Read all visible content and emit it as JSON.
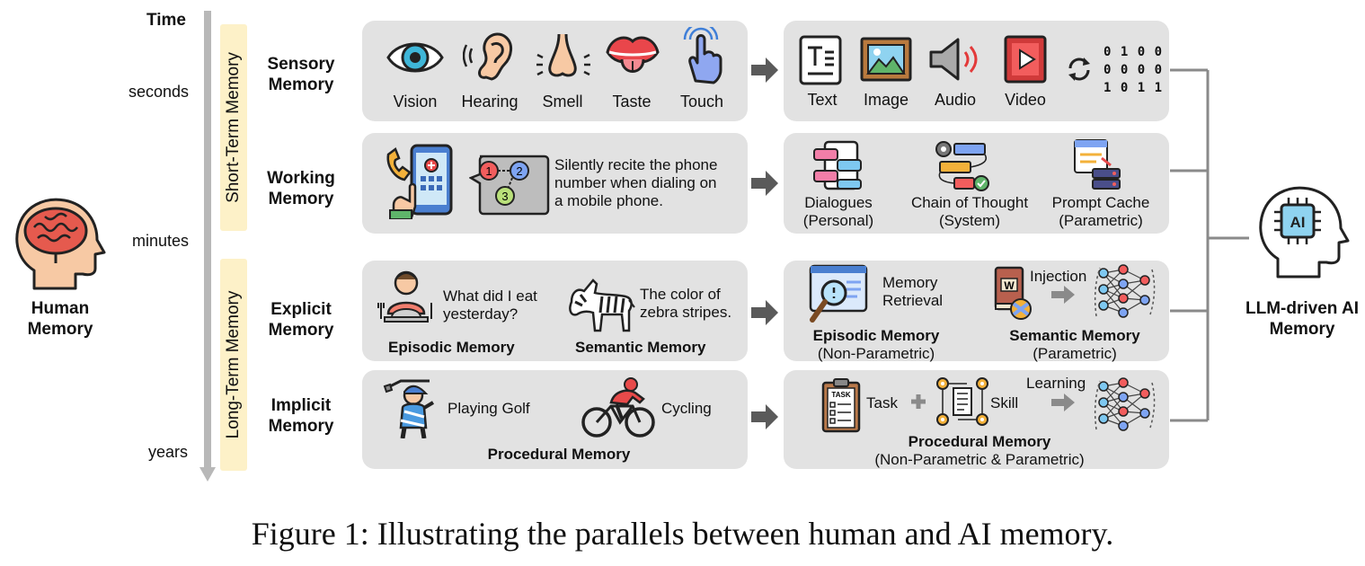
{
  "axis": {
    "title": "Time",
    "ticks": [
      "seconds",
      "minutes",
      "years"
    ]
  },
  "human": {
    "label": [
      "Human",
      "Memory"
    ]
  },
  "ai": {
    "label": [
      "LLM-driven AI",
      "Memory"
    ],
    "chip_text": "AI"
  },
  "groups": {
    "short_term": "Short-Term Memory",
    "long_term": "Long-Term Memory"
  },
  "rows": {
    "sensory": {
      "label": [
        "Sensory",
        "Memory"
      ],
      "senses": [
        "Vision",
        "Hearing",
        "Smell",
        "Taste",
        "Touch"
      ],
      "modalities": [
        "Text",
        "Image",
        "Audio",
        "Video"
      ],
      "binary": [
        "0 1 0 0",
        "0 0 0 0",
        "1 0 1 1"
      ]
    },
    "working": {
      "label": [
        "Working",
        "Memory"
      ],
      "example": [
        "Silently recite the phone",
        "number when dialing on",
        "a mobile phone."
      ],
      "bubble_digits": [
        "1",
        "2",
        "3"
      ],
      "ai_items": [
        {
          "title": "Dialogues",
          "sub": "(Personal)"
        },
        {
          "title": "Chain of Thought",
          "sub": "(System)"
        },
        {
          "title": "Prompt Cache",
          "sub": "(Parametric)"
        }
      ]
    },
    "explicit": {
      "label": [
        "Explicit",
        "Memory"
      ],
      "episodic_text": [
        "What did I eat",
        "yesterday?"
      ],
      "episodic_title": "Episodic Memory",
      "semantic_text": [
        "The color of",
        "zebra stripes."
      ],
      "semantic_title": "Semantic Memory",
      "ai_retrieval": [
        "Memory",
        "Retrieval"
      ],
      "ai_episodic": {
        "title": "Episodic Memory",
        "sub": "(Non-Parametric)"
      },
      "ai_injection": "Injection",
      "ai_semantic": {
        "title": "Semantic Memory",
        "sub": "(Parametric)"
      },
      "book_letter": "W"
    },
    "implicit": {
      "label": [
        "Implicit",
        "Memory"
      ],
      "golf": "Playing Golf",
      "cycling": "Cycling",
      "title": "Procedural Memory",
      "ai_task": "Task",
      "ai_skill": "Skill",
      "ai_learning": "Learning",
      "ai_title": "Procedural Memory",
      "ai_sub": "(Non-Parametric & Parametric)",
      "task_word": "TASK"
    }
  },
  "caption": "Figure 1: Illustrating the parallels between human and AI memory."
}
